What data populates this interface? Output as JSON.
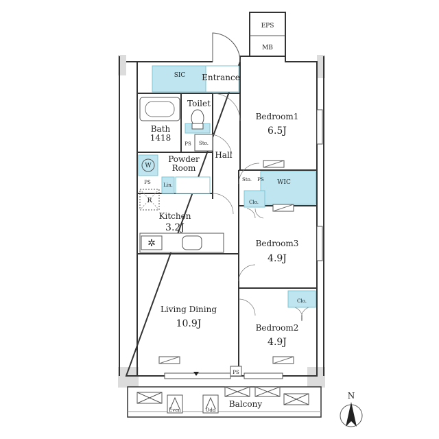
{
  "colors": {
    "wall": "#333333",
    "storage": "#bfe6f0",
    "storage_edge": "#7cc4d6",
    "shadow": "#dcdcdc"
  },
  "utility": {
    "eps": "EPS",
    "mb": "MB"
  },
  "rooms": {
    "sic": "SIC",
    "entrance": "Entrance",
    "toilet": "Toilet",
    "bath": "Bath",
    "bath_size": "1418",
    "ps_bath": "PS",
    "sto_bath": "Sto.",
    "hall": "Hall",
    "washer": "W",
    "powder_room_line1": "Powder",
    "powder_room_line2": "Room",
    "ps_powder": "PS",
    "linen": "Lin.",
    "fridge": "R",
    "kitchen": "Kitchen",
    "kitchen_size": "3.2J",
    "living_dining": "Living Dining",
    "living_dining_size": "10.9J",
    "bedroom1": "Bedroom1",
    "bedroom1_size": "6.5J",
    "sto_hall": "Sto.",
    "ps_hall": "PS",
    "wic": "WIC",
    "clo_bedroom3": "Clo.",
    "bedroom3": "Bedroom3",
    "bedroom3_size": "4.9J",
    "bedroom2": "Bedroom2",
    "bedroom2_size": "4.9J",
    "clo_bedroom2": "Clo.",
    "ps_balcony": "PS",
    "balcony": "Balcony",
    "even": "Even",
    "odd": "Odd"
  },
  "compass": {
    "north": "N"
  }
}
